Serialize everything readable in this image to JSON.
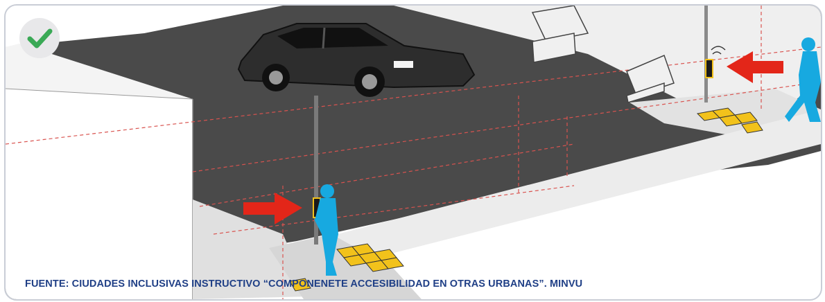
{
  "image": {
    "status_badge": {
      "icon": "checkmark-icon",
      "color": "#3aa956"
    },
    "caption": "FUENTE: CIUDADES INCLUSIVAS INSTRUCTIVO “COMPONENETE ACCESIBILIDAD EN OTRAS URBANAS”. MINVU",
    "colors": {
      "road": "#4a4a4a",
      "crosswalk_stripe": "#ececec",
      "tactile_paving": "#f2c21b",
      "arrow": "#e32619",
      "pedestrian": "#17a9e0",
      "guide_lines": "#d9534f",
      "caption": "#1f3f86"
    },
    "elements": [
      "car",
      "street-pole",
      "pedestrian-left",
      "pedestrian-right",
      "red-arrow-left",
      "red-arrow-right",
      "bench",
      "tactile-paving"
    ]
  }
}
